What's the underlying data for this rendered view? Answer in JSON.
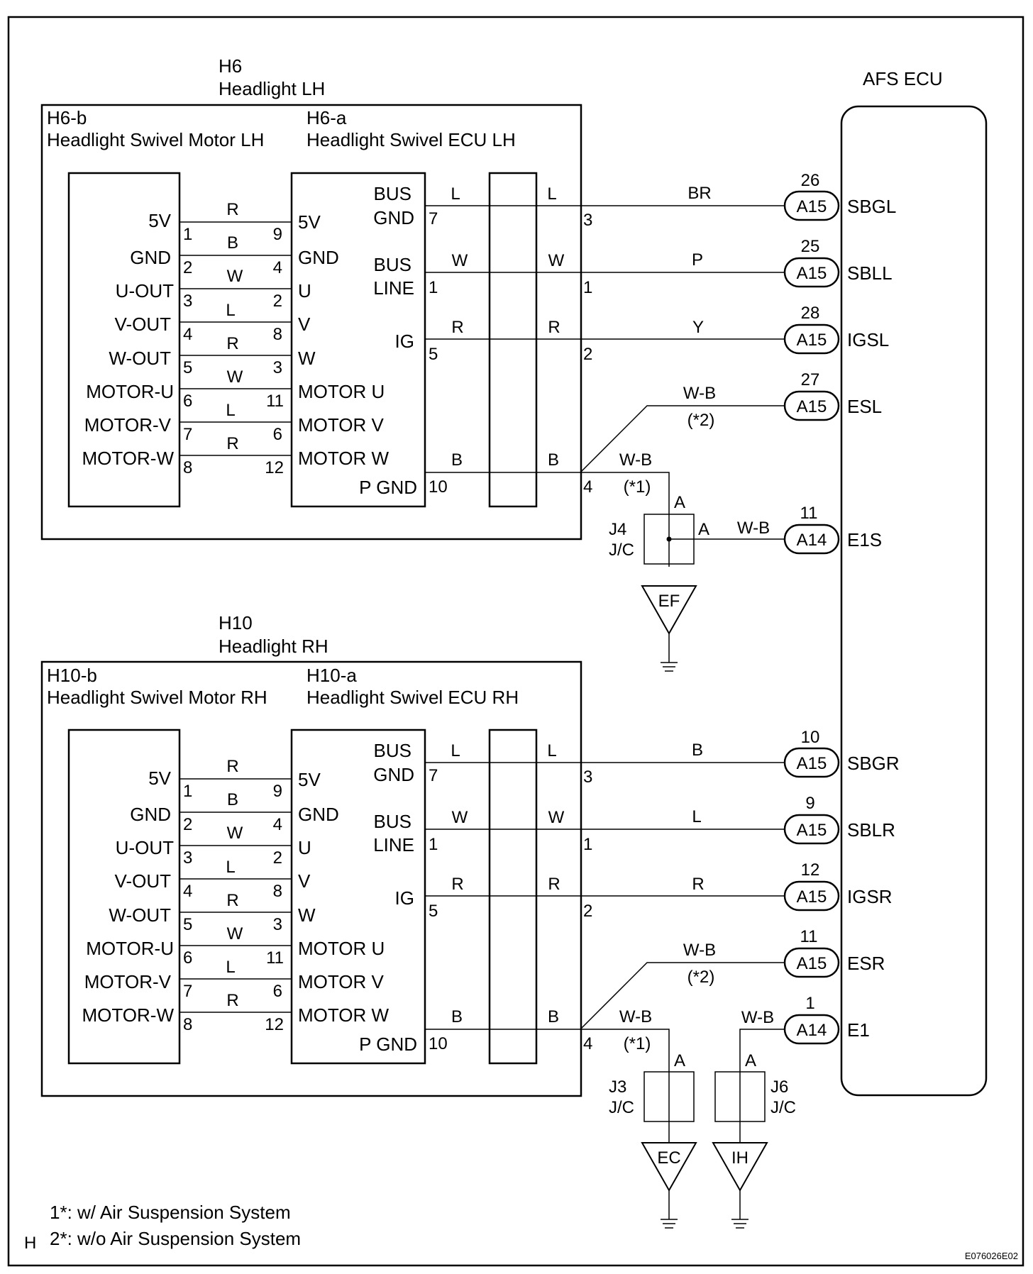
{
  "ecu": {
    "title": "AFS ECU"
  },
  "lh": {
    "code": "H6",
    "name": "Headlight LH",
    "motor_code": "H6-b",
    "motor_name": "Headlight Swivel Motor LH",
    "ecu_code": "H6-a",
    "ecu_name": "Headlight Swivel ECU LH"
  },
  "rh": {
    "code": "H10",
    "name": "Headlight RH",
    "motor_code": "H10-b",
    "motor_name": "Headlight Swivel Motor RH",
    "ecu_code": "H10-a",
    "ecu_name": "Headlight Swivel ECU RH"
  },
  "motor_pins": [
    "5V",
    "GND",
    "U-OUT",
    "V-OUT",
    "W-OUT",
    "MOTOR-U",
    "MOTOR-V",
    "MOTOR-W"
  ],
  "motor_pin_numbers": [
    "1",
    "2",
    "3",
    "4",
    "5",
    "6",
    "7",
    "8"
  ],
  "motor_wire_colors": [
    "R",
    "B",
    "W",
    "L",
    "R",
    "W",
    "L",
    "R"
  ],
  "ecu_side_pins": [
    "5V",
    "GND",
    "U",
    "V",
    "W",
    "MOTOR U",
    "MOTOR V",
    "MOTOR W"
  ],
  "ecu_side_pin_numbers": [
    "9",
    "4",
    "2",
    "8",
    "3",
    "11",
    "6",
    "12"
  ],
  "ecu_right_pins": {
    "bus_gnd": [
      "BUS",
      "GND"
    ],
    "bus_line": [
      "BUS",
      "LINE"
    ],
    "ig": "IG",
    "pgnd": "P GND"
  },
  "lh_lines": {
    "bus_gnd": {
      "pin_in": "7",
      "pin_out": "3",
      "color_in": "L",
      "color_out": "L",
      "color_harness": "BR",
      "terminal_num": "26",
      "connector": "A15",
      "signal": "SBGL"
    },
    "bus_line": {
      "pin_in": "1",
      "pin_out": "1",
      "color_in": "W",
      "color_out": "W",
      "color_harness": "P",
      "terminal_num": "25",
      "connector": "A15",
      "signal": "SBLL"
    },
    "ig": {
      "pin_in": "5",
      "pin_out": "2",
      "color_in": "R",
      "color_out": "R",
      "color_harness": "Y",
      "terminal_num": "28",
      "connector": "A15",
      "signal": "IGSL"
    },
    "ground": {
      "pin_in": "10",
      "pin_out": "4",
      "color_in": "B",
      "color_out": "B",
      "color_harness": "W-B",
      "note": "(*2)",
      "terminal_num": "27",
      "connector": "A15",
      "signal": "ESL",
      "jc_color": "W-B",
      "jc_note": "(*1)"
    },
    "jc": {
      "pin_top": "A",
      "pin_right": "A",
      "name": "J4",
      "type": "J/C",
      "color": "W-B",
      "terminal_num": "11",
      "connector": "A14",
      "signal": "E1S",
      "ground_point": "EF"
    }
  },
  "rh_lines": {
    "bus_gnd": {
      "pin_in": "7",
      "pin_out": "3",
      "color_in": "L",
      "color_out": "L",
      "color_harness": "B",
      "terminal_num": "10",
      "connector": "A15",
      "signal": "SBGR"
    },
    "bus_line": {
      "pin_in": "1",
      "pin_out": "1",
      "color_in": "W",
      "color_out": "W",
      "color_harness": "L",
      "terminal_num": "9",
      "connector": "A15",
      "signal": "SBLR"
    },
    "ig": {
      "pin_in": "5",
      "pin_out": "2",
      "color_in": "R",
      "color_out": "R",
      "color_harness": "R",
      "terminal_num": "12",
      "connector": "A15",
      "signal": "IGSR"
    },
    "ground": {
      "pin_in": "10",
      "pin_out": "4",
      "color_in": "B",
      "color_out": "B",
      "color_harness": "W-B",
      "note": "(*2)",
      "terminal_num": "11",
      "connector": "A15",
      "signal": "ESR",
      "jc_color": "W-B",
      "jc_note": "(*1)"
    },
    "jc": {
      "pin_top": "A",
      "name": "J3",
      "type": "J/C",
      "ground_point": "EC"
    },
    "jc6": {
      "pin_top": "A",
      "name": "J6",
      "type": "J/C",
      "ground_point": "IH",
      "color": "W-B",
      "terminal_num": "1",
      "connector": "A14",
      "signal": "E1"
    }
  },
  "notes": {
    "note1": "1*: w/ Air Suspension System",
    "note2": "2*: w/o Air Suspension System",
    "section_mark": "H",
    "figure_id": "E076026E02"
  }
}
